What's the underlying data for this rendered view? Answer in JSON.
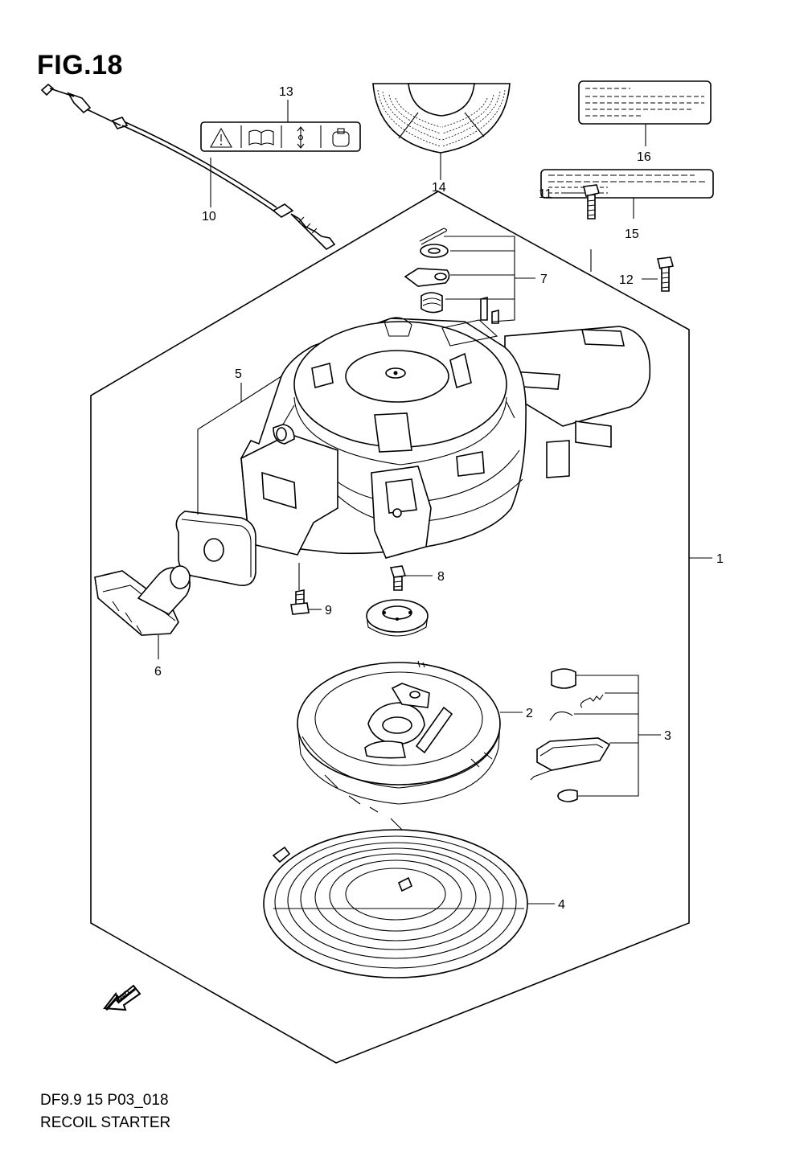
{
  "figure": {
    "title": "FIG.18",
    "code": "DF9.9 15 P03_018",
    "name": "RECOIL STARTER"
  },
  "callouts": [
    "1",
    "2",
    "3",
    "4",
    "5",
    "6",
    "7",
    "8",
    "9",
    "10",
    "11",
    "12",
    "13",
    "14",
    "15",
    "16"
  ],
  "fwd_label": "FWD",
  "icons": [
    "warning-icon",
    "manual-book-icon",
    "arrow-up-down-icon",
    "pull-handle-icon"
  ]
}
